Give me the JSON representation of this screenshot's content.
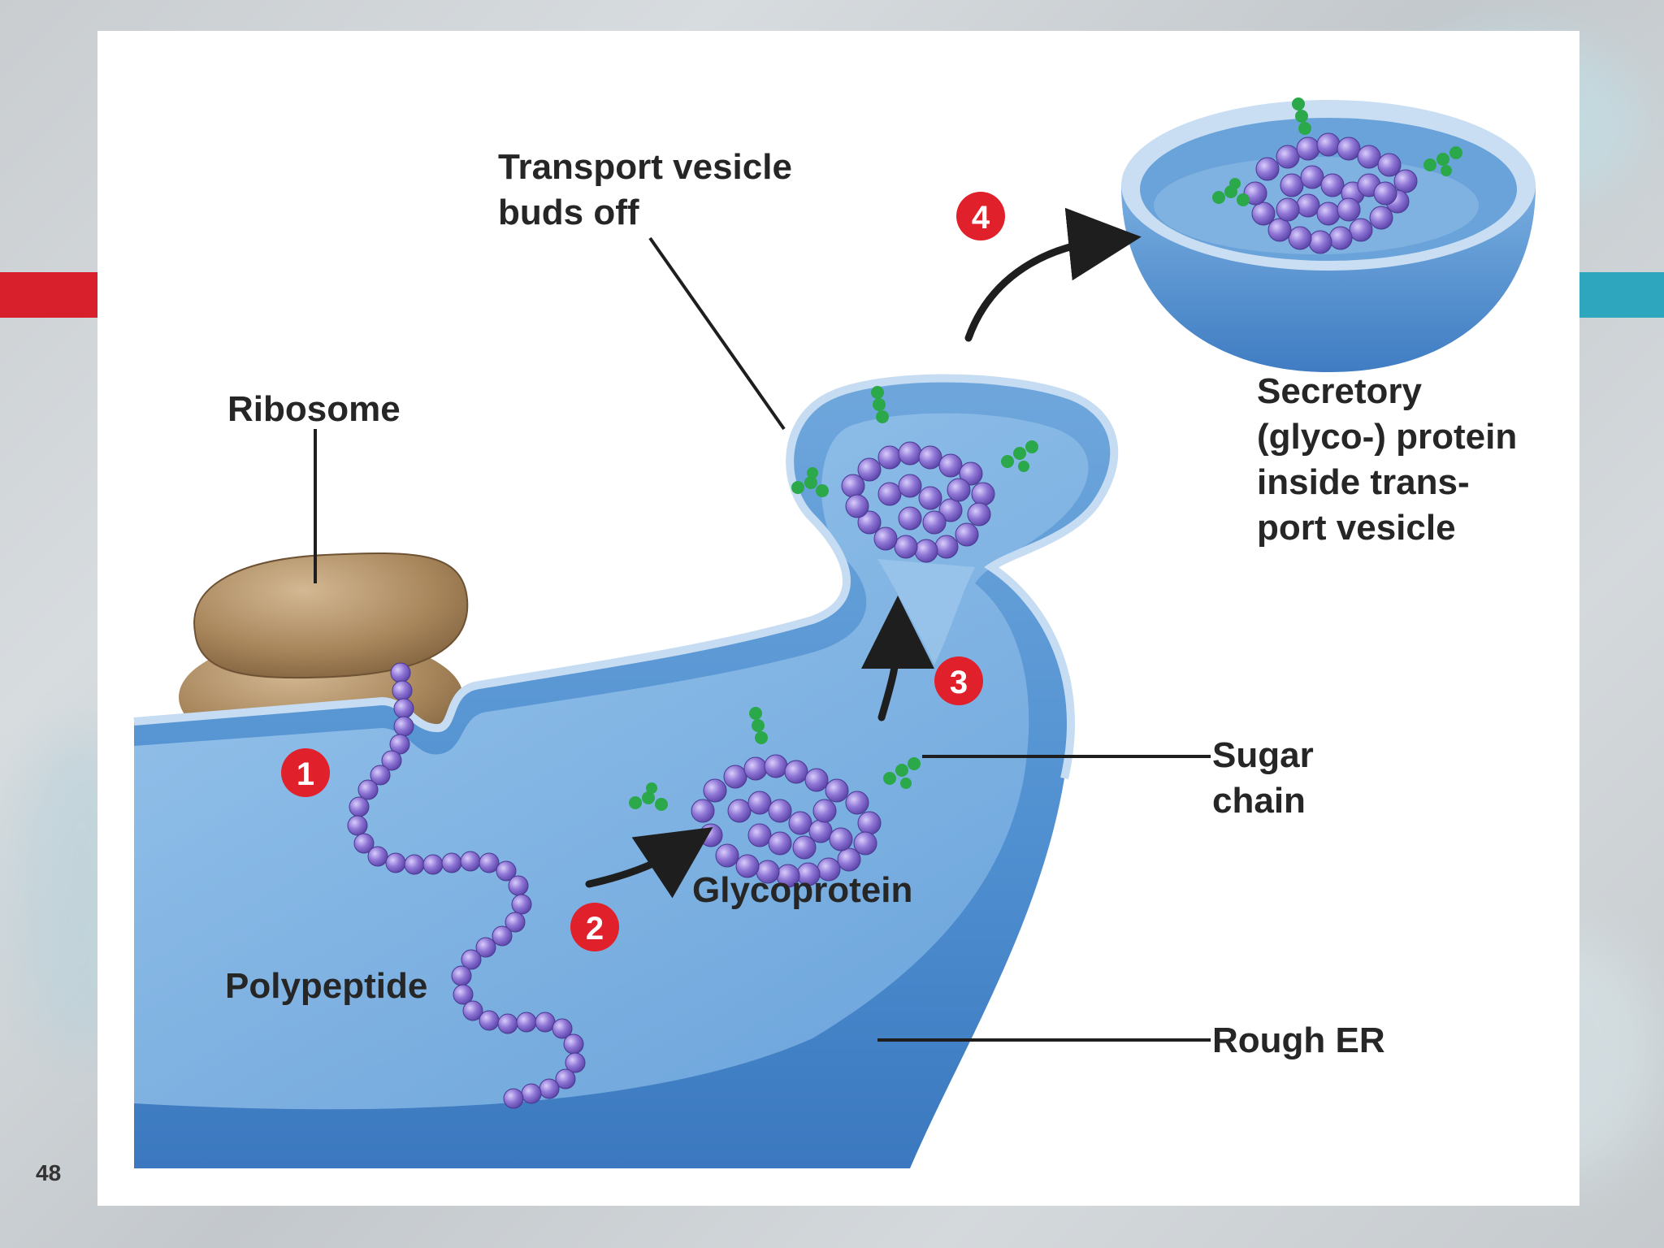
{
  "slide": {
    "number": "48"
  },
  "colors": {
    "accent_left": "#d7202b",
    "accent_right": "#2ea6bd",
    "membrane": "#4a87c8",
    "lumen": "#7fb3e0",
    "protein": "#8a6fcf",
    "sugar": "#2aa84a",
    "step_badge": "#e0202a",
    "ribosome": "#a8865c"
  },
  "labels": {
    "ribosome": "Ribosome",
    "transport_line1": "Transport vesicle",
    "transport_line2": "buds off",
    "secretory_line1": "Secretory",
    "secretory_line2": "(glyco-) protein",
    "secretory_line3": "inside trans-",
    "secretory_line4": "port vesicle",
    "sugar_line1": "Sugar",
    "sugar_line2": "chain",
    "glycoprotein": "Glycoprotein",
    "polypeptide": "Polypeptide",
    "rough_er": "Rough ER"
  },
  "steps": [
    "1",
    "2",
    "3",
    "4"
  ]
}
